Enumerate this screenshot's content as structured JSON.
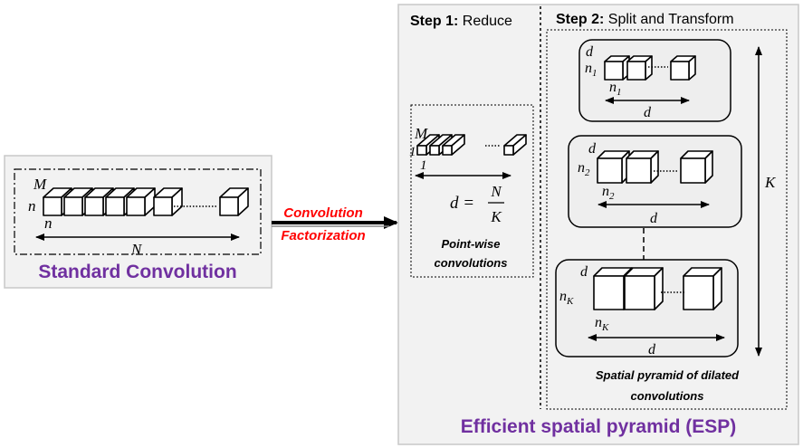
{
  "standard": {
    "title": "Standard Convolution",
    "label_M": "M",
    "label_n_side": "n",
    "label_n_bottom": "n",
    "label_N": "N"
  },
  "factorization": {
    "line1": "Convolution",
    "line2": "Factorization"
  },
  "step1": {
    "title_bold": "Step 1:",
    "title_rest": " Reduce",
    "label_M": "M",
    "label_1_side": "1",
    "label_1_bottom": "1",
    "eq_lhs": "d =",
    "eq_num": "N",
    "eq_den": "K",
    "caption_line1": "Point-wise",
    "caption_line2": "convolutions"
  },
  "step2": {
    "title_bold": "Step 2:",
    "title_rest": " Split and Transform",
    "group1": {
      "label_d": "d",
      "label_n": "n",
      "sub_n": "1",
      "label_nb": "n",
      "sub_nb": "1",
      "label_d_bottom": "d"
    },
    "group2": {
      "label_d": "d",
      "label_n": "n",
      "sub_n": "2",
      "label_nb": "n",
      "sub_nb": "2",
      "label_d_bottom": "d"
    },
    "groupK": {
      "label_d": "d",
      "label_n": "n",
      "sub_n": "K",
      "label_nb": "n",
      "sub_nb": "K",
      "label_d_bottom": "d"
    },
    "label_K": "K",
    "caption_line1": "Spatial pyramid of dilated",
    "caption_line2": "convolutions"
  },
  "esp": {
    "title": "Efficient spatial pyramid (ESP)"
  },
  "colors": {
    "purple": "#7030a0",
    "red": "#ff0000",
    "panel": "#f2f2f2",
    "card": "#eeeeee"
  }
}
